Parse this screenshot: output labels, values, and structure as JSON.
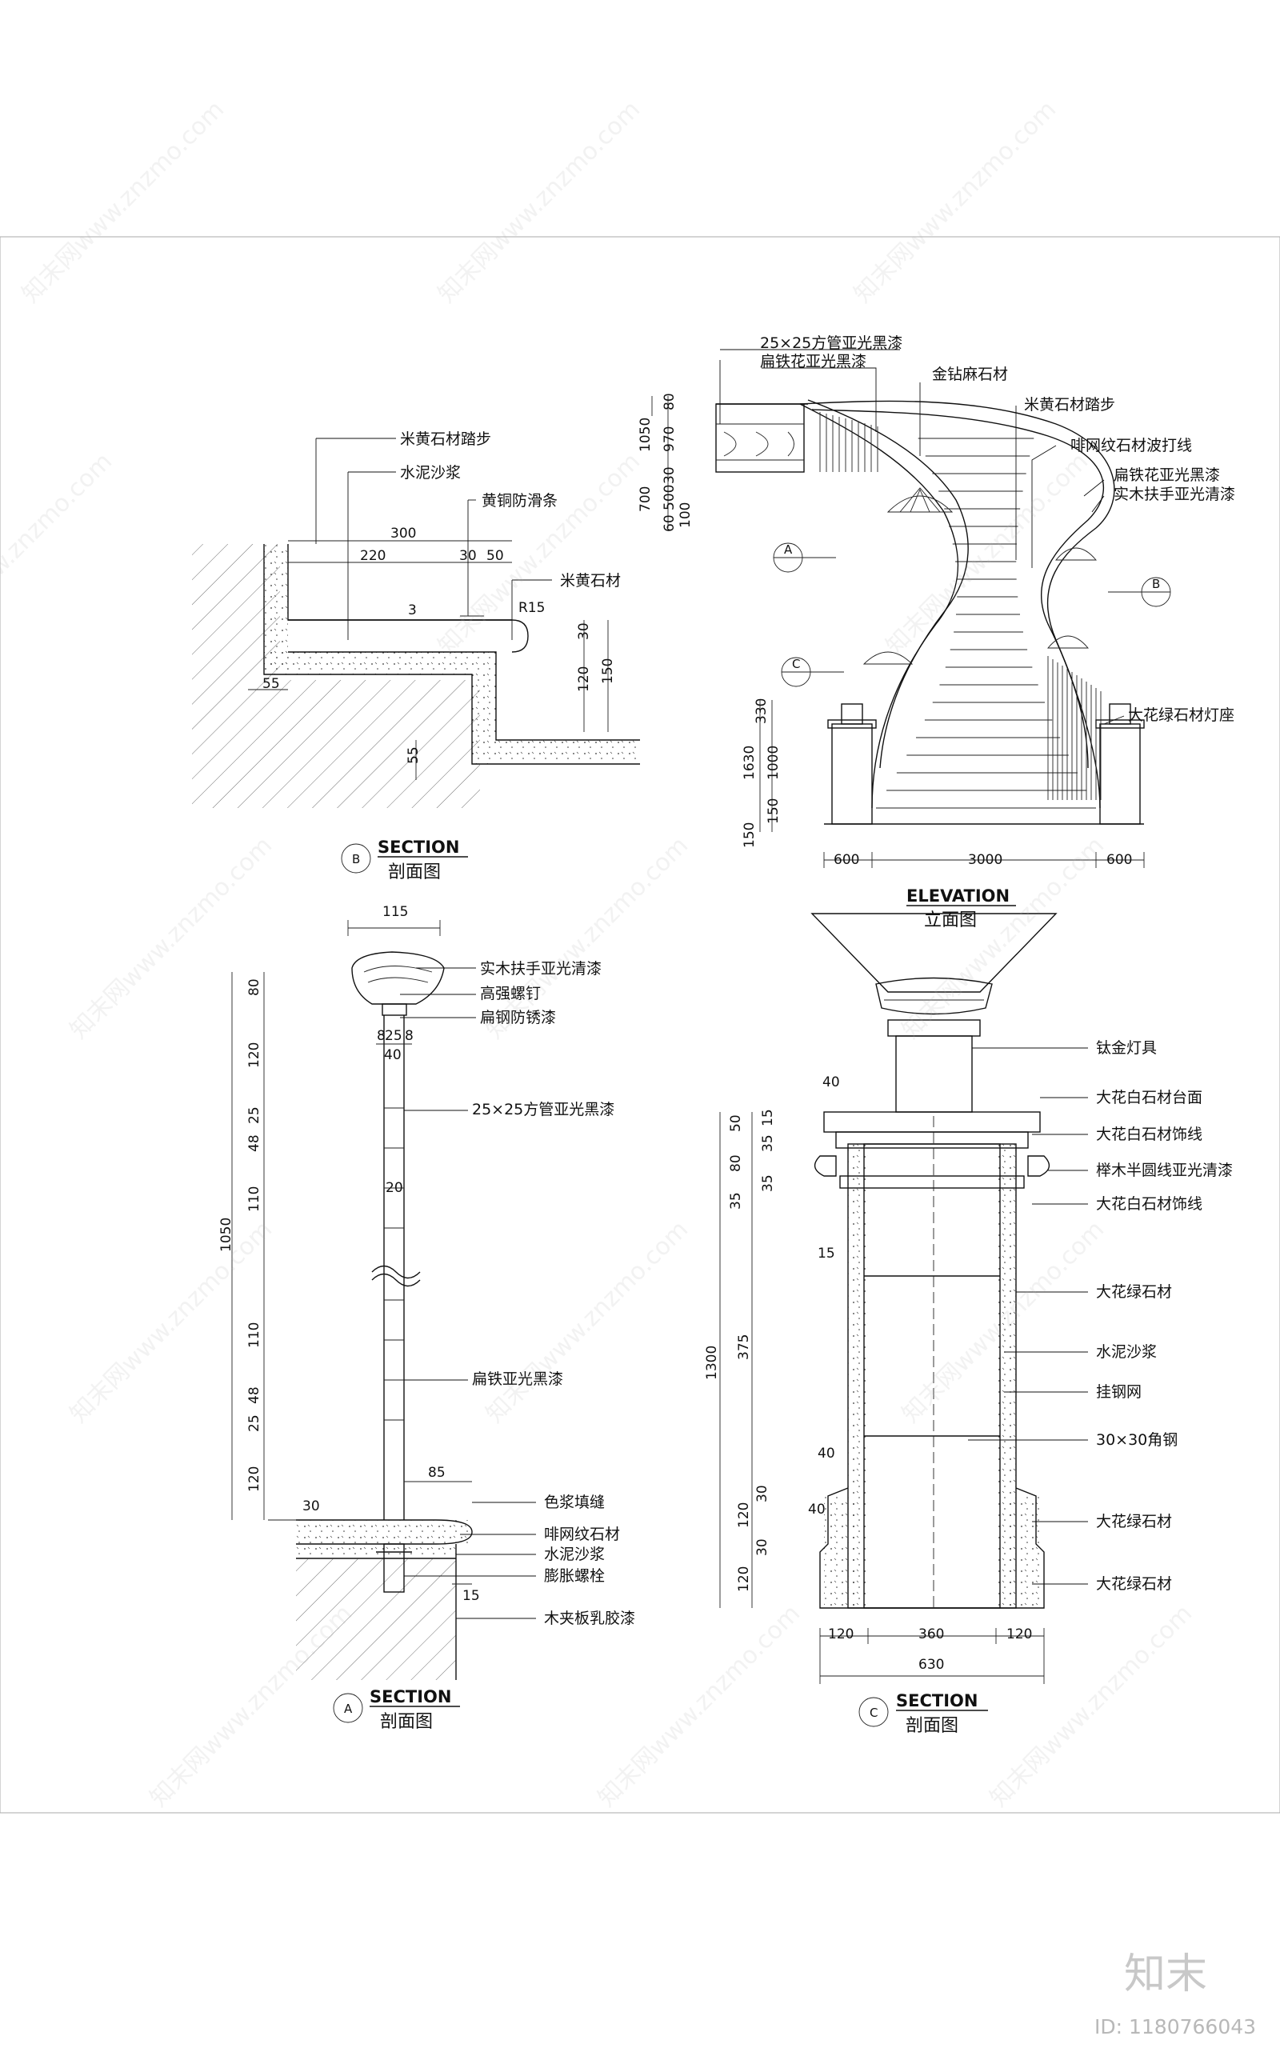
{
  "section_b": {
    "title_en": "SECTION",
    "title_cn": "剖面图",
    "tag": "B",
    "labels": [
      "米黄石材踏步",
      "水泥沙浆",
      "黄铜防滑条",
      "米黄石材"
    ],
    "dims": [
      "300",
      "220",
      "30",
      "50",
      "3",
      "R15",
      "30",
      "120",
      "150",
      "55",
      "55"
    ]
  },
  "elevation": {
    "title_en": "ELEVATION",
    "title_cn": "立面图",
    "labels": [
      "25×25方管亚光黑漆",
      "扁铁花亚光黑漆",
      "金钻麻石材",
      "米黄石材踏步",
      "啡网纹石材波打线",
      "扁铁花亚光黑漆",
      "实木扶手亚光清漆",
      "大花绿石材灯座"
    ],
    "dims_left": [
      "1050",
      "80",
      "970",
      "30",
      "500",
      "700",
      "60",
      "100",
      "330",
      "1630",
      "1000",
      "150",
      "150"
    ],
    "dims_bottom": [
      "600",
      "3000",
      "600"
    ],
    "tags": [
      "A",
      "B",
      "C"
    ]
  },
  "section_a": {
    "title_en": "SECTION",
    "title_cn": "剖面图",
    "tag": "A",
    "labels": [
      "实木扶手亚光清漆",
      "高强螺钉",
      "扁钢防锈漆",
      "25×25方管亚光黑漆",
      "扁铁亚光黑漆",
      "色浆填缝",
      "啡网纹石材",
      "水泥沙浆",
      "膨胀螺栓",
      "木夹板乳胶漆"
    ],
    "dims": [
      "115",
      "80",
      "120",
      "25",
      "48",
      "110",
      "1050",
      "110",
      "48",
      "25",
      "120",
      "30",
      "8",
      "25",
      "8",
      "40",
      "20",
      "85",
      "15"
    ]
  },
  "section_c": {
    "title_en": "SECTION",
    "title_cn": "剖面图",
    "tag": "C",
    "labels": [
      "钛金灯具",
      "大花白石材台面",
      "大花白石材饰线",
      "榉木半圆线亚光清漆",
      "大花白石材饰线",
      "大花绿石材",
      "水泥沙浆",
      "挂钢网",
      "30×30角钢",
      "大花绿石材",
      "大花绿石材"
    ],
    "dims_left": [
      "50",
      "15",
      "35",
      "80",
      "35",
      "35",
      "1300",
      "375",
      "120",
      "30",
      "120",
      "30"
    ],
    "dims_other": [
      "40",
      "15",
      "40",
      "40"
    ],
    "dims_bottom": [
      "120",
      "360",
      "120",
      "630"
    ]
  },
  "watermark": {
    "text": "知末网www.znzmo.com",
    "logo": "知末",
    "id": "ID: 1180766043"
  }
}
